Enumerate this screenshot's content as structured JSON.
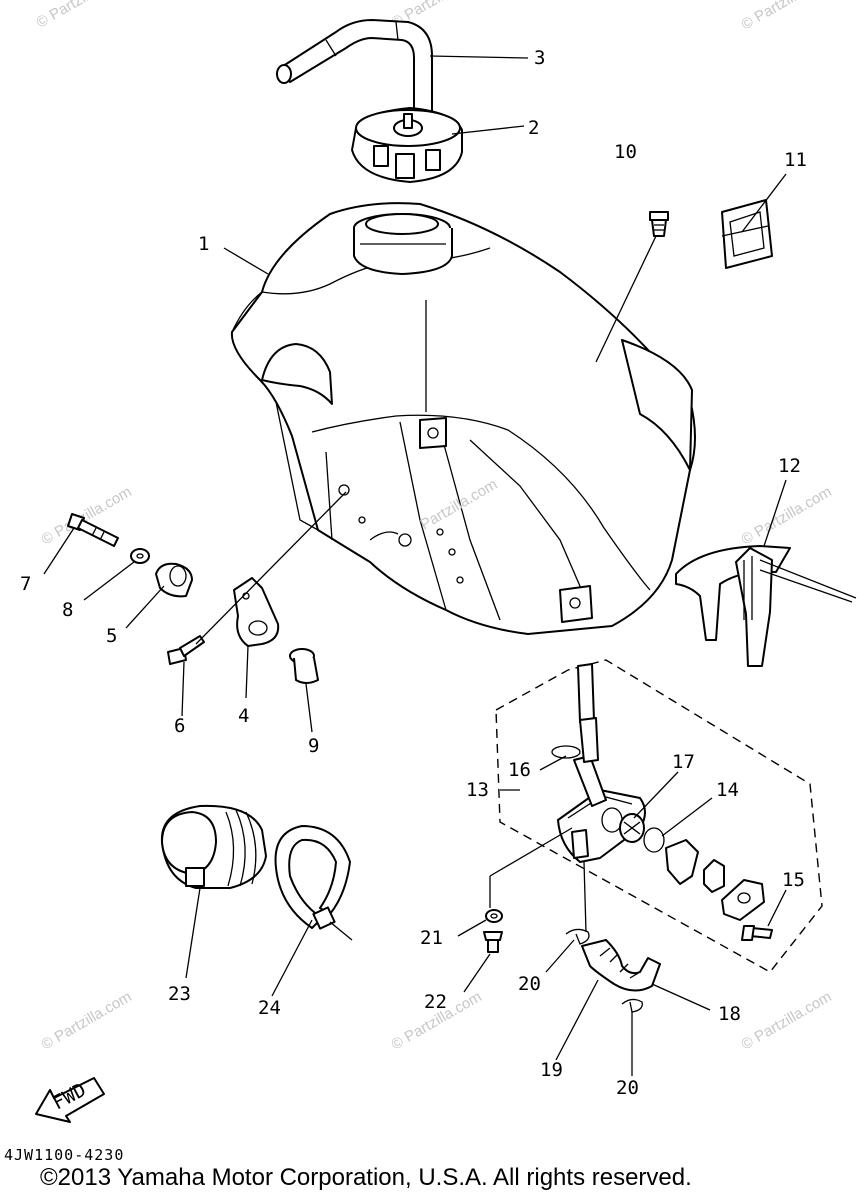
{
  "diagram": {
    "drawing_code": "4JW1100-4230",
    "copyright": "©2013 Yamaha Motor Corporation, U.S.A. All rights reserved.",
    "fwd_label": "FWD",
    "watermark": "© Partzilla.com",
    "center_watermark": "Partzilla.com",
    "callouts": [
      {
        "id": "c1",
        "label": "1"
      },
      {
        "id": "c2",
        "label": "2"
      },
      {
        "id": "c3",
        "label": "3"
      },
      {
        "id": "c4",
        "label": "4"
      },
      {
        "id": "c5",
        "label": "5"
      },
      {
        "id": "c6",
        "label": "6"
      },
      {
        "id": "c7",
        "label": "7"
      },
      {
        "id": "c8",
        "label": "8"
      },
      {
        "id": "c9",
        "label": "9"
      },
      {
        "id": "c10",
        "label": "10"
      },
      {
        "id": "c11",
        "label": "11"
      },
      {
        "id": "c12",
        "label": "12"
      },
      {
        "id": "c13",
        "label": "13"
      },
      {
        "id": "c14",
        "label": "14"
      },
      {
        "id": "c15",
        "label": "15"
      },
      {
        "id": "c16",
        "label": "16"
      },
      {
        "id": "c17",
        "label": "17"
      },
      {
        "id": "c18",
        "label": "18"
      },
      {
        "id": "c19",
        "label": "19"
      },
      {
        "id": "c20a",
        "label": "20"
      },
      {
        "id": "c20b",
        "label": "20"
      },
      {
        "id": "c21",
        "label": "21"
      },
      {
        "id": "c22",
        "label": "22"
      },
      {
        "id": "c23",
        "label": "23"
      },
      {
        "id": "c24",
        "label": "24"
      }
    ]
  }
}
